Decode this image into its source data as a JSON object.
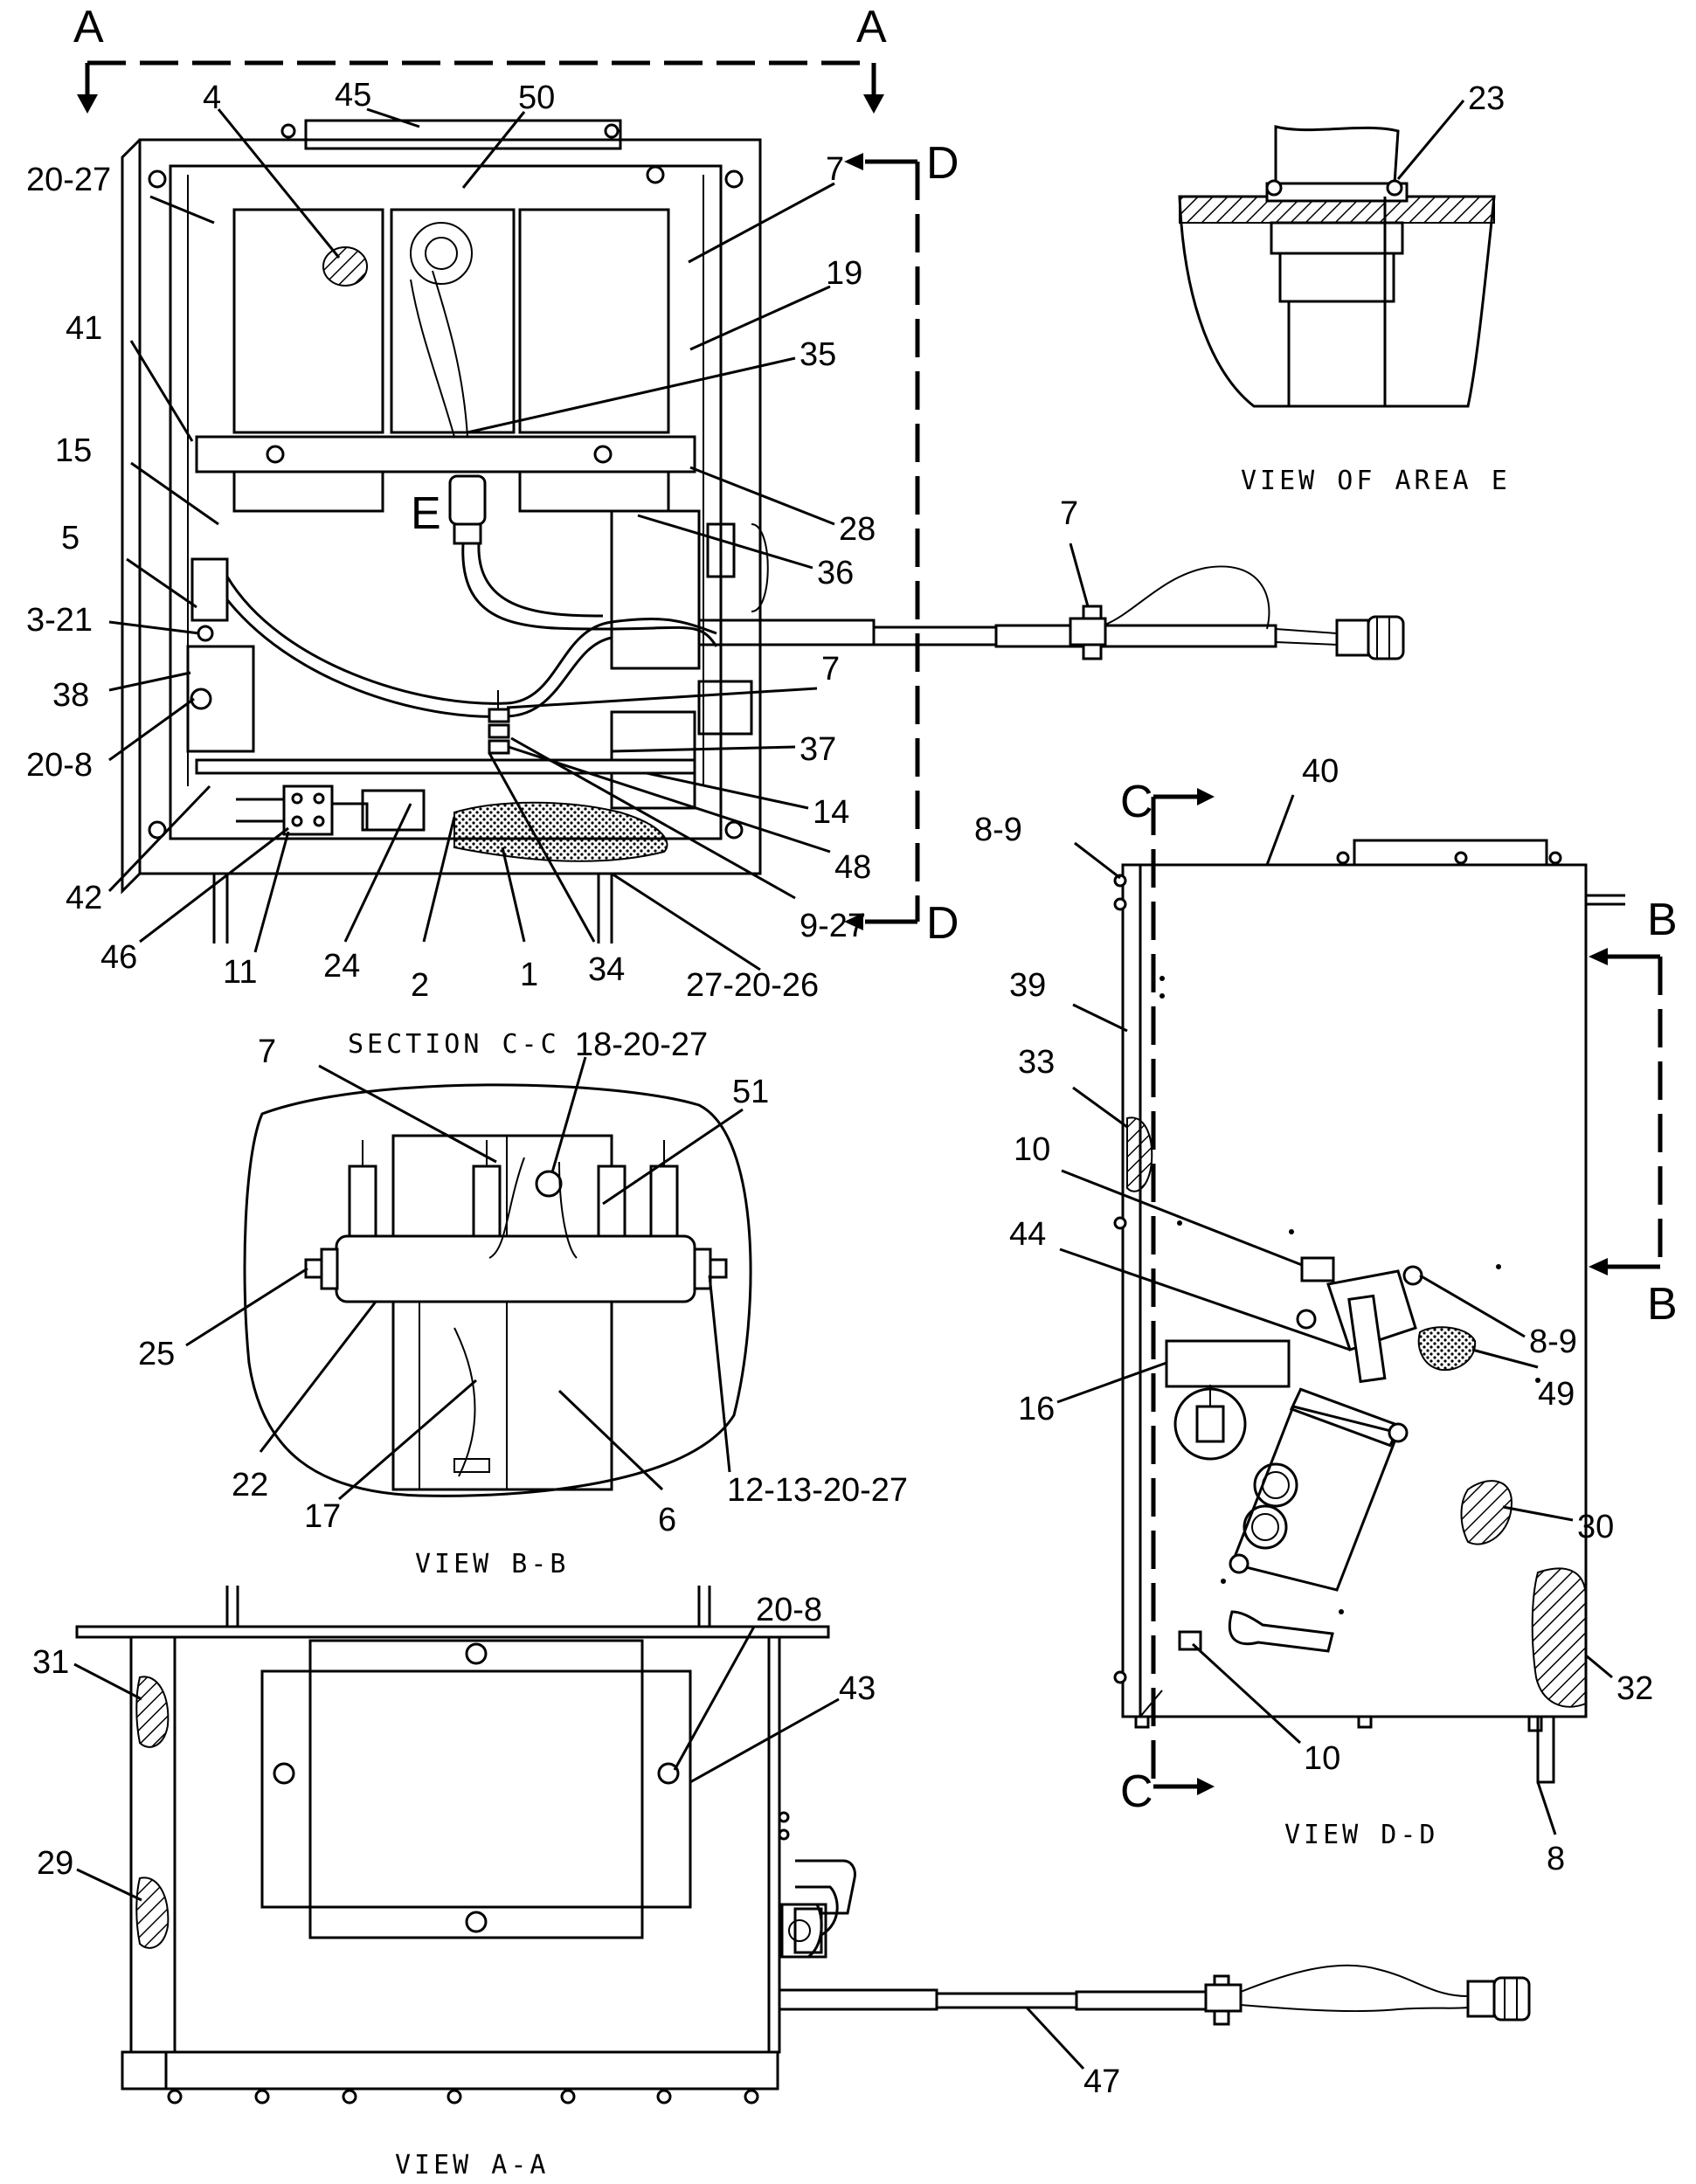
{
  "views": {
    "section_cc": {
      "title": "SECTION C-C"
    },
    "view_bb": {
      "title": "VIEW B-B"
    },
    "view_aa": {
      "title": "VIEW A-A"
    },
    "view_dd": {
      "title": "VIEW D-D"
    },
    "view_area_e": {
      "title": "VIEW OF AREA E"
    }
  },
  "section_markers": {
    "a_left": "A",
    "a_right": "A",
    "d_top": "D",
    "d_bottom": "D",
    "c_top": "C",
    "c_bottom": "C",
    "b_top": "B",
    "b_bottom": "B",
    "e_area": "E"
  },
  "callouts": {
    "section_cc": [
      "45",
      "50",
      "4",
      "20-27",
      "7",
      "19",
      "41",
      "35",
      "15",
      "28",
      "36",
      "5",
      "3-21",
      "38",
      "20-8",
      "7",
      "37",
      "14",
      "48",
      "42",
      "46",
      "11",
      "24",
      "2",
      "1",
      "34",
      "9-27",
      "27-20-26",
      "7"
    ],
    "view_area_e": [
      "23"
    ],
    "view_bb": [
      "18-20-27",
      "7",
      "51",
      "25",
      "22",
      "17",
      "6",
      "12-13-20-27"
    ],
    "view_dd": [
      "40",
      "8-9",
      "39",
      "33",
      "10",
      "44",
      "8-9",
      "49",
      "16",
      "30",
      "32",
      "10",
      "8"
    ],
    "view_aa": [
      "20-8",
      "31",
      "43",
      "29",
      "47"
    ]
  }
}
